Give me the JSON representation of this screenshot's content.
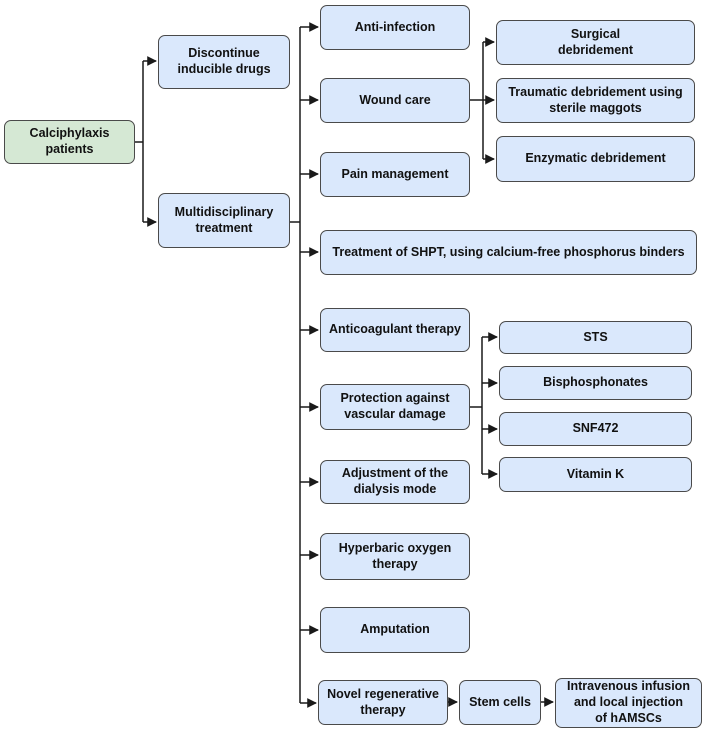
{
  "diagram": {
    "type": "flowchart",
    "colors": {
      "root_fill": "#d5e8d4",
      "node_fill": "#dae8fc",
      "border": "#4a4a4a",
      "line": "#1a1a1a"
    },
    "edges": [
      {
        "from": "calciphylaxis",
        "to": "discontinue"
      },
      {
        "from": "calciphylaxis",
        "to": "multidisciplinary"
      },
      {
        "from": "multidisciplinary",
        "to": "anti_infection"
      },
      {
        "from": "multidisciplinary",
        "to": "wound_care"
      },
      {
        "from": "multidisciplinary",
        "to": "pain_management"
      },
      {
        "from": "multidisciplinary",
        "to": "shpt"
      },
      {
        "from": "multidisciplinary",
        "to": "anticoagulant"
      },
      {
        "from": "multidisciplinary",
        "to": "protection"
      },
      {
        "from": "multidisciplinary",
        "to": "adjustment"
      },
      {
        "from": "multidisciplinary",
        "to": "hyperbaric"
      },
      {
        "from": "multidisciplinary",
        "to": "amputation"
      },
      {
        "from": "multidisciplinary",
        "to": "novel"
      },
      {
        "from": "wound_care",
        "to": "surgical"
      },
      {
        "from": "wound_care",
        "to": "traumatic"
      },
      {
        "from": "wound_care",
        "to": "enzymatic"
      },
      {
        "from": "protection",
        "to": "sts"
      },
      {
        "from": "protection",
        "to": "bisphosphonates"
      },
      {
        "from": "protection",
        "to": "snf472"
      },
      {
        "from": "protection",
        "to": "vitamin_k"
      },
      {
        "from": "novel",
        "to": "stem_cells"
      },
      {
        "from": "stem_cells",
        "to": "intravenous"
      }
    ]
  },
  "nodes": {
    "calciphylaxis": {
      "label": "Calciphylaxis\npatients"
    },
    "discontinue": {
      "label": "Discontinue\ninducible drugs"
    },
    "multidisciplinary": {
      "label": "Multidisciplinary\ntreatment"
    },
    "anti_infection": {
      "label": "Anti-infection"
    },
    "wound_care": {
      "label": "Wound care"
    },
    "pain_management": {
      "label": "Pain management"
    },
    "shpt": {
      "label": "Treatment of SHPT, using calcium-free phosphorus binders"
    },
    "anticoagulant": {
      "label": "Anticoagulant therapy"
    },
    "protection": {
      "label": "Protection against\nvascular damage"
    },
    "adjustment": {
      "label": "Adjustment of the\ndialysis mode"
    },
    "hyperbaric": {
      "label": "Hyperbaric oxygen\ntherapy"
    },
    "amputation": {
      "label": "Amputation"
    },
    "novel": {
      "label": "Novel regenerative\ntherapy"
    },
    "stem_cells": {
      "label": "Stem cells"
    },
    "intravenous": {
      "label": "Intravenous infusion\nand local injection\nof hAMSCs"
    },
    "surgical": {
      "label": "Surgical\ndebridement"
    },
    "traumatic": {
      "label": "Traumatic debridement using\nsterile maggots"
    },
    "enzymatic": {
      "label": "Enzymatic debridement"
    },
    "sts": {
      "label": "STS"
    },
    "bisphosphonates": {
      "label": "Bisphosphonates"
    },
    "snf472": {
      "label": "SNF472"
    },
    "vitamin_k": {
      "label": "Vitamin K"
    }
  }
}
